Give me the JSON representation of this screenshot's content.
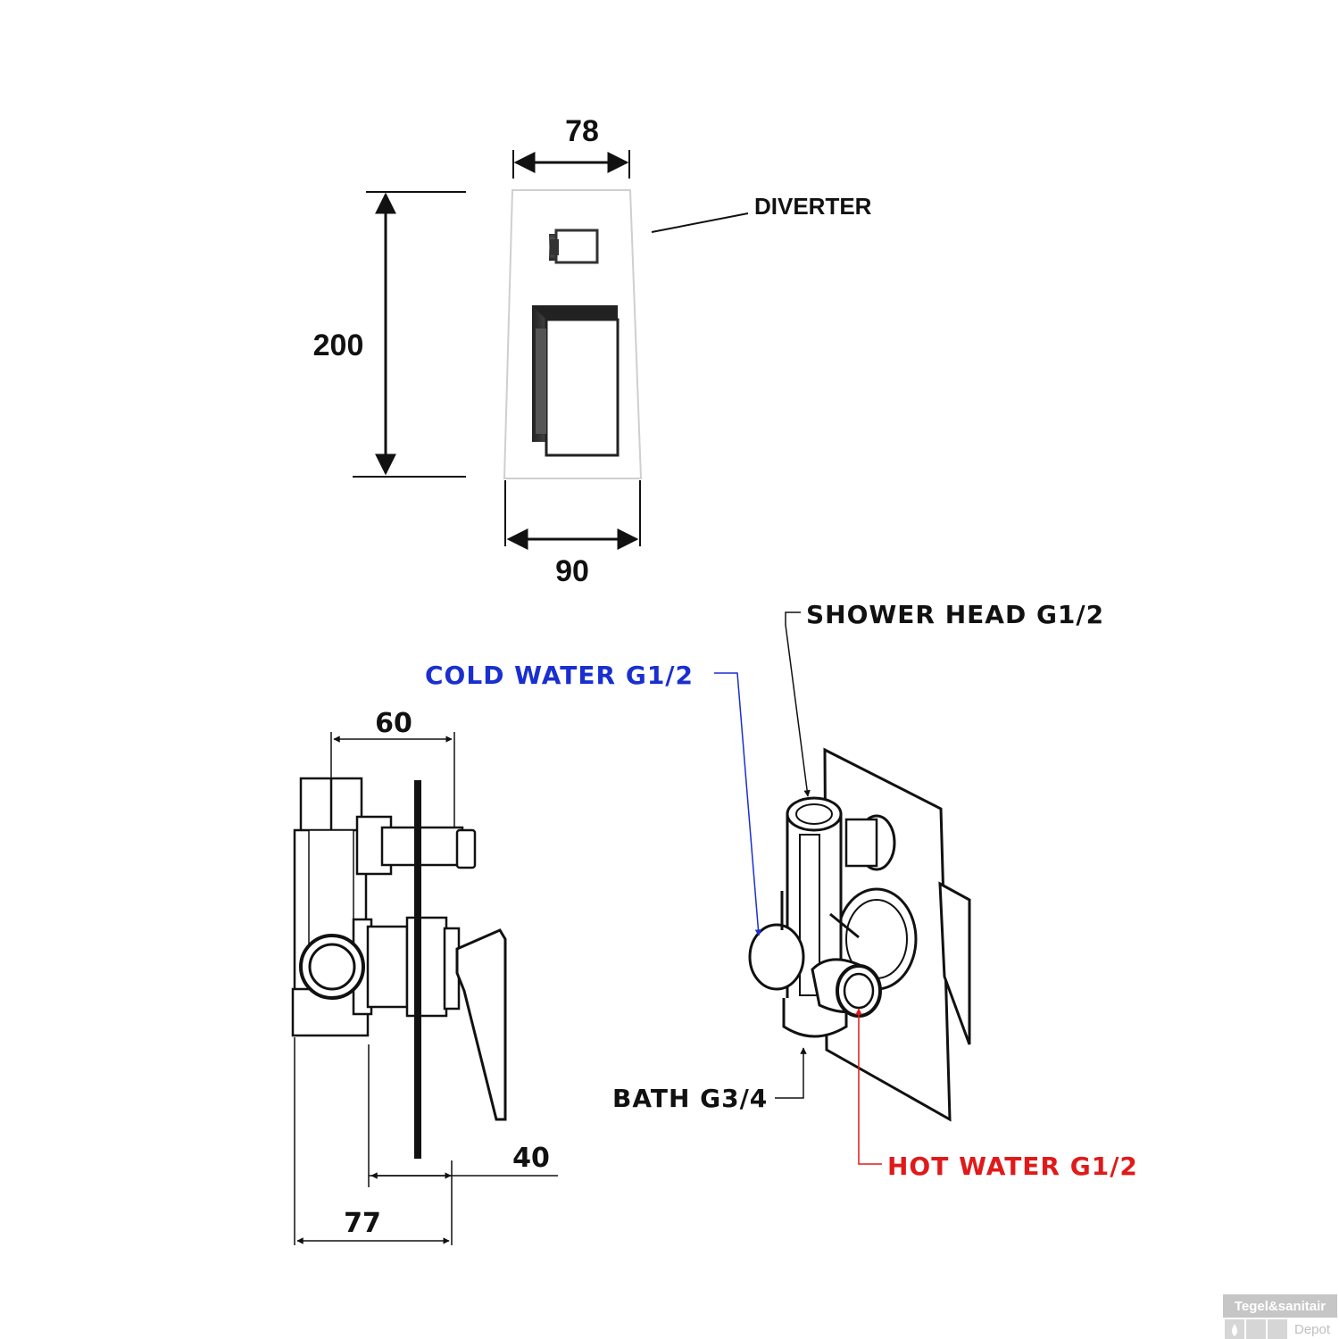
{
  "front_view": {
    "width_top": "78",
    "width_bottom": "90",
    "height": "200",
    "diverter_label": "DIVERTER"
  },
  "side_view": {
    "depth_handle": "60",
    "plate_to_handle": "40",
    "total_depth": "77"
  },
  "connections": {
    "shower_head": "SHOWER HEAD G1/2",
    "cold_water": "COLD WATER G1/2",
    "bath": "BATH G3/4",
    "hot_water": "HOT WATER G1/2"
  },
  "colors": {
    "cold": "#1a2fd0",
    "hot": "#e01a1a",
    "ink": "#111111"
  },
  "watermark": {
    "line1": "Tegel&sanitair",
    "line2": "Depot"
  }
}
